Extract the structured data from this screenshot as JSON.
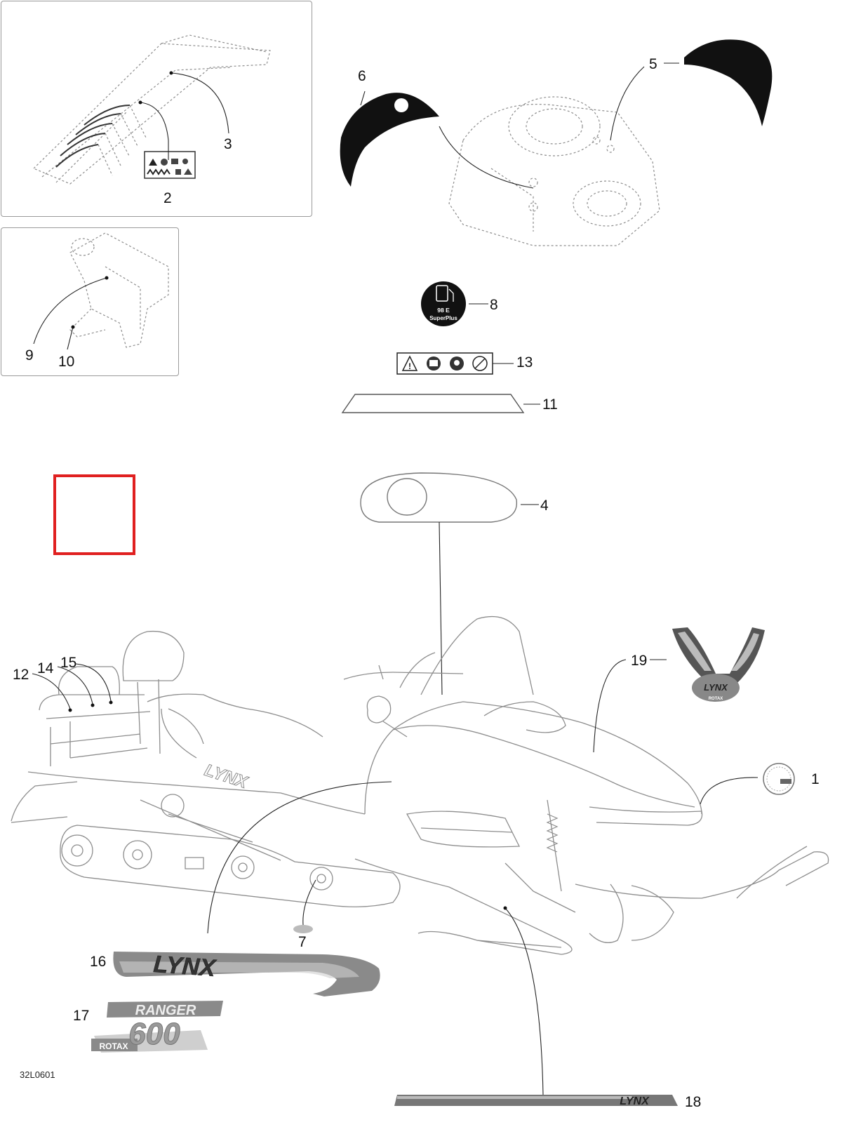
{
  "callouts": {
    "c1": "1",
    "c2": "2",
    "c3": "3",
    "c4": "4",
    "c5": "5",
    "c6": "6",
    "c7": "7",
    "c8": "8",
    "c9": "9",
    "c10": "10",
    "c11": "11",
    "c12": "12",
    "c13": "13",
    "c14": "14",
    "c15": "15",
    "c16": "16",
    "c17": "17",
    "c18": "18",
    "c19": "19"
  },
  "decals": {
    "fuel_grade": "98 E",
    "fuel_name": "SuperPlus",
    "lynx_logo": "LYNX",
    "ranger_text": "RANGER",
    "ranger_number": "600",
    "rotax_text": "ROTAX"
  },
  "diagram_code": "32L0601",
  "colors": {
    "highlight": "#e02020",
    "line_art": "#8d8d8d",
    "decal_dark": "#111111"
  }
}
